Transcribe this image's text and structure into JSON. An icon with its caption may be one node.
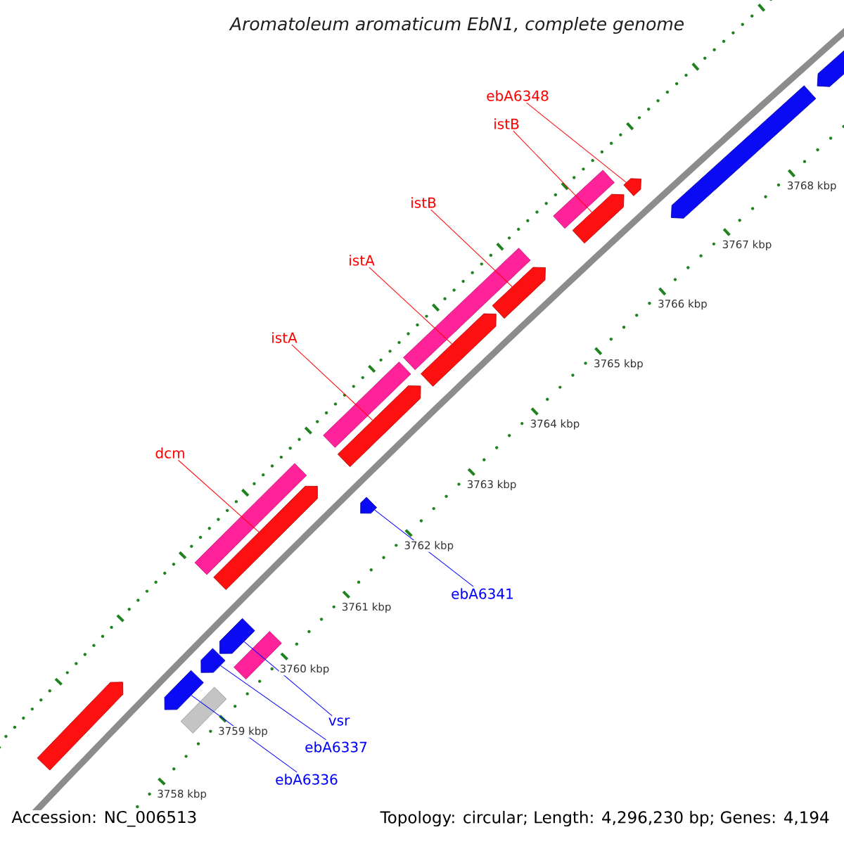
{
  "diagram": {
    "title": "Aromatoleum aromaticum EbN1, complete genome",
    "nodes": [
      {
        "text": [
          "ebA6348"
        ]
      },
      {
        "text": [
          "istB"
        ]
      },
      {
        "text": [
          "istB"
        ]
      },
      {
        "text": [
          "istA"
        ]
      },
      {
        "text": [
          "istA"
        ]
      },
      {
        "text": [
          "dcm"
        ]
      },
      {
        "text": [
          "ebA6341"
        ]
      },
      {
        "text": [
          "vsr"
        ]
      },
      {
        "text": [
          "ebA6337"
        ]
      },
      {
        "text": [
          "ebA6336"
        ]
      },
      {
        "text": [],
        "shape": "pentagon"
      },
      {
        "text": [],
        "shape": "pentagon"
      },
      {
        "text": [],
        "shape": "pentagon"
      },
      {
        "text": [],
        "shape": "pentagon"
      },
      {
        "text": [],
        "shape": "pentagon"
      },
      {
        "text": [],
        "shape": "pentagon"
      },
      {
        "text": [],
        "shape": "pentagon"
      },
      {
        "text": [],
        "shape": "box"
      },
      {
        "text": [],
        "shape": "box"
      },
      {
        "text": [],
        "shape": "box"
      },
      {
        "text": [],
        "shape": "box"
      },
      {
        "text": [],
        "shape": "pentagon"
      },
      {
        "text": [],
        "shape": "pentagon"
      },
      {
        "text": [],
        "shape": "pentagon"
      },
      {
        "text": [],
        "shape": "pentagon"
      },
      {
        "text": [],
        "shape": "pentagon"
      },
      {
        "text": [],
        "shape": "pentagon"
      },
      {
        "text": [],
        "shape": "box"
      },
      {
        "text": [],
        "shape": "box"
      }
    ],
    "edges": [
      {
        "from": 0,
        "to": 10,
        "arrow": "none"
      },
      {
        "from": 1,
        "to": 11,
        "arrow": "none"
      },
      {
        "from": 2,
        "to": 12,
        "arrow": "none"
      },
      {
        "from": 3,
        "to": 13,
        "arrow": "none"
      },
      {
        "from": 4,
        "to": 14,
        "arrow": "none"
      },
      {
        "from": 5,
        "to": 15,
        "arrow": "none"
      },
      {
        "from": 6,
        "to": 23,
        "arrow": "none",
        "color": "#0000ff"
      },
      {
        "from": 7,
        "to": 24,
        "arrow": "none",
        "color": "#0000ff"
      },
      {
        "from": 8,
        "to": 25,
        "arrow": "none",
        "color": "#0000ff"
      },
      {
        "from": 9,
        "to": 26,
        "arrow": "none",
        "color": "#0000ff"
      }
    ],
    "labels": [
      "3768 kbp",
      "3767 kbp",
      "3766 kbp",
      "3765 kbp",
      "3764 kbp",
      "3763 kbp",
      "3762 kbp",
      "3761 kbp",
      "3760 kbp",
      "3759 kbp",
      "3758 kbp",
      "Accession: NC_006513",
      "Topology: circular; Length: 4,296,230 bp; Genes: 4,194"
    ]
  }
}
